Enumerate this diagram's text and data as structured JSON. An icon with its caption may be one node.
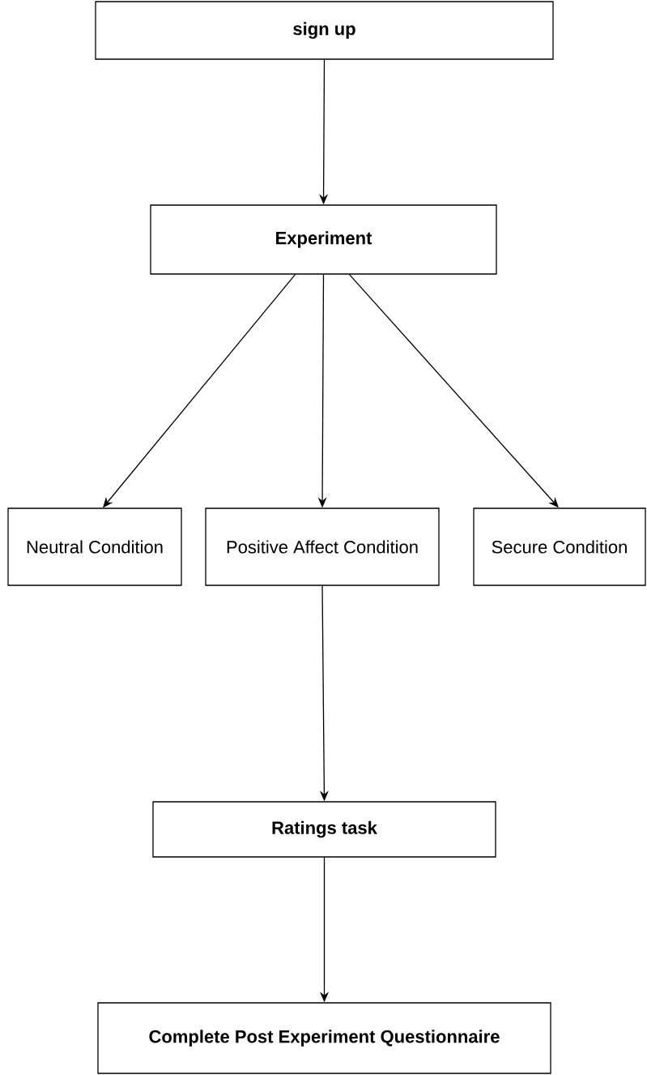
{
  "diagram": {
    "nodes": [
      {
        "text": [
          "sign up"
        ]
      },
      {
        "text": [
          "Experiment"
        ]
      },
      {
        "text": [
          "Neutral Condition"
        ]
      },
      {
        "text": [
          "Positive Affect Condition"
        ]
      },
      {
        "text": [
          "Secure Condition"
        ]
      },
      {
        "text": [
          "Ratings task"
        ]
      },
      {
        "text": [
          "Complete Post Experiment Questionnaire"
        ]
      }
    ],
    "edges": [
      {
        "from": 0,
        "to": 1,
        "arrow": "to"
      },
      {
        "from": 1,
        "to": 2,
        "arrow": "to"
      },
      {
        "from": 1,
        "to": 3,
        "arrow": "to"
      },
      {
        "from": 1,
        "to": 4,
        "arrow": "to"
      },
      {
        "from": 3,
        "to": 5,
        "arrow": "to"
      },
      {
        "from": 5,
        "to": 6,
        "arrow": "to"
      }
    ]
  }
}
